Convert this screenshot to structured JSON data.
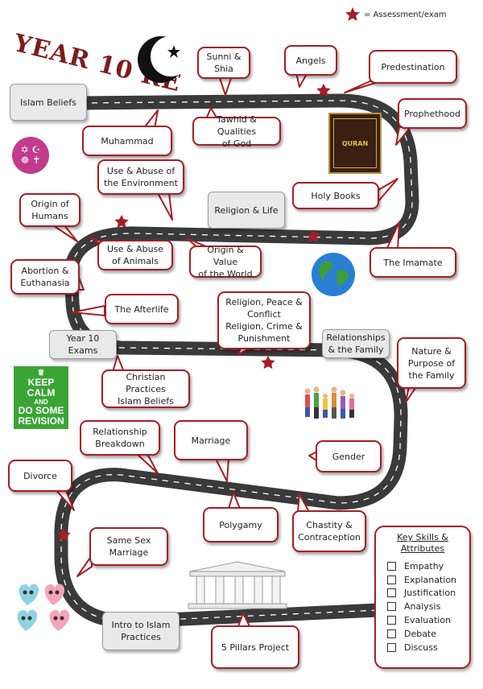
{
  "title": "YEAR 10 RE",
  "legend": {
    "label": "= Assessment/exam",
    "icon": "star-icon"
  },
  "colors": {
    "accent": "#a51e25",
    "road": "#3a3a3a",
    "keep_calm": "#3aa535"
  },
  "stations": {
    "islam_beliefs": "Islam Beliefs",
    "religion_life": "Religion & Life",
    "year10_exams": "Year 10\nExams",
    "relationships_family": "Relationships\n& the Family",
    "intro_islam_practices": "Intro to Islam\nPractices"
  },
  "topics": {
    "sunni_shia": "Sunni &\nShia",
    "angels": "Angels",
    "predestination": "Predestination",
    "muhammad": "Muhammad",
    "tawhid": "Tawhid & Qualities\nof God",
    "prophethood": "Prophethood",
    "holy_books": "Holy Books",
    "the_imamate": "The Imamate",
    "use_abuse_environment": "Use & Abuse of\nthe Environment",
    "origin_humans": "Origin of\nHumans",
    "use_abuse_animals": "Use & Abuse\nof Animals",
    "origin_value_world": "Origin & Value\nof the World",
    "abortion_euthanasia": "Abortion &\nEuthanasia",
    "afterlife": "The Afterlife",
    "religion_peace_crime": "Religion, Peace &\nConflict\nReligion, Crime &\nPunishment",
    "nature_purpose_family": "Nature &\nPurpose of\nthe Family",
    "christian_practices": "Christian Practices\nIslam Beliefs",
    "relationship_breakdown": "Relationship\nBreakdown",
    "marriage": "Marriage",
    "gender": "Gender",
    "divorce": "Divorce",
    "polygamy": "Polygamy",
    "chastity": "Chastity &\nContraception",
    "same_sex_marriage": "Same Sex\nMarriage",
    "five_pillars_project": "5 Pillars Project"
  },
  "keep_calm": {
    "line1": "KEEP",
    "line2": "CALM",
    "line3": "AND",
    "line4": "DO SOME",
    "line5": "REVISION"
  },
  "quran_label": "QURAN",
  "skills": {
    "title": "Key Skills &\nAttributes",
    "items": [
      "Empathy",
      "Explanation",
      "Justification",
      "Analysis",
      "Evaluation",
      "Debate",
      "Discuss"
    ]
  }
}
